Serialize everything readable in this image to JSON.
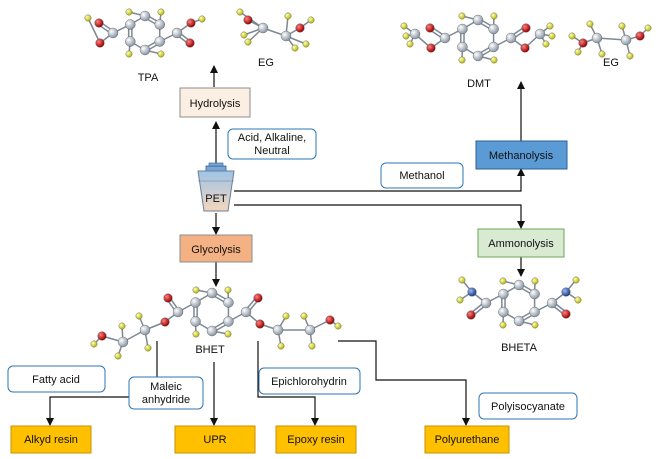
{
  "products_top": {
    "tpa": "TPA",
    "eg_left": "EG",
    "dmt": "DMT",
    "eg_right": "EG",
    "bheta": "BHETA",
    "bhet": "BHET",
    "pet": "PET"
  },
  "processes": {
    "hydrolysis": "Hydrolysis",
    "methanolysis": "Methanolysis",
    "ammonolysis": "Ammonolysis",
    "glycolysis": "Glycolysis"
  },
  "reagents": {
    "hydrolysis_line1": "Acid, Alkaline,",
    "hydrolysis_line2": "Neutral",
    "methanol": "Methanol",
    "fatty_acid": "Fatty acid",
    "maleic_line1": "Maleic",
    "maleic_line2": "anhydride",
    "epichlorohydrin": "Epichlorohydrin",
    "polyisocyanate": "Polyisocyanate"
  },
  "resins": {
    "alkyd": "Alkyd resin",
    "upr": "UPR",
    "epoxy": "Epoxy resin",
    "polyurethane": "Polyurethane"
  },
  "colors": {
    "hydrolysis_fill": "#fbeee2",
    "methanolysis_fill": "#5b9bd5",
    "ammonolysis_fill": "#d9ead3",
    "glycolysis_fill": "#f4b183",
    "resin_fill": "#ffc000",
    "reagent_border": "#2e75b6",
    "carbon": "#b8c4d0",
    "oxygen": "#c00000",
    "hydrogen": "#e6e600",
    "nitrogen": "#2e5aa8"
  }
}
